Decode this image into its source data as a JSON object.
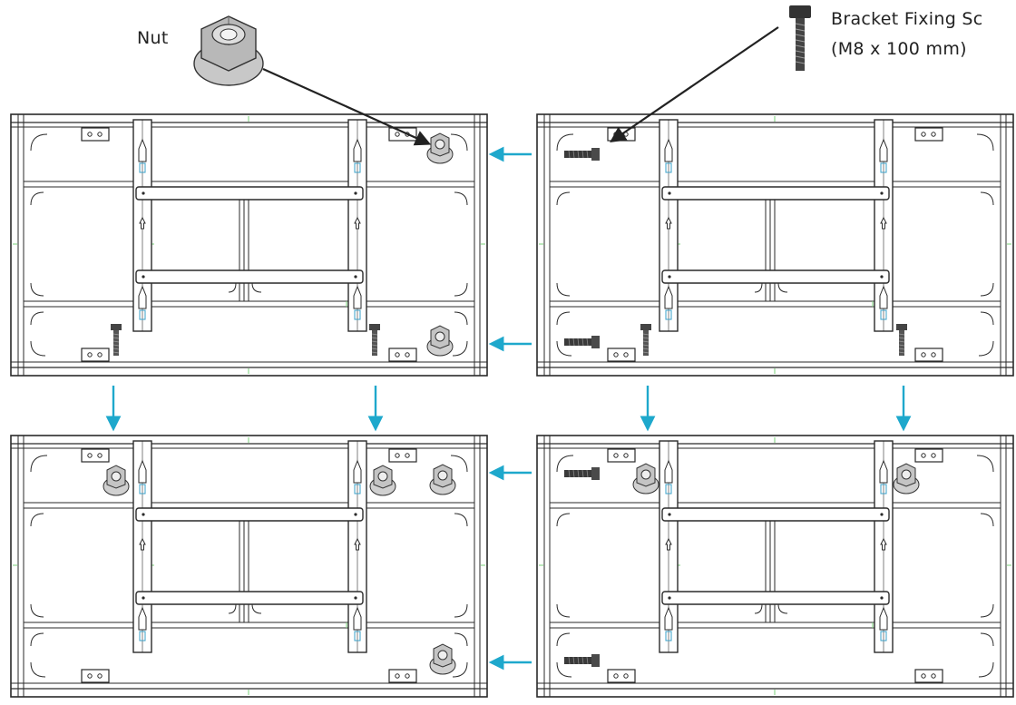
{
  "labels": {
    "nut": "Nut",
    "screw_line1": "Bracket Fixing Sc",
    "screw_line2": "(M8 x 100 mm)"
  },
  "colors": {
    "arrow": "#1ea8cc",
    "line": "#2a2a2a",
    "part_fill": "#cfcfcf",
    "grid_mark": "#7ad07a"
  },
  "icons": [
    "nut-icon",
    "screw-icon",
    "arrow-icon"
  ]
}
